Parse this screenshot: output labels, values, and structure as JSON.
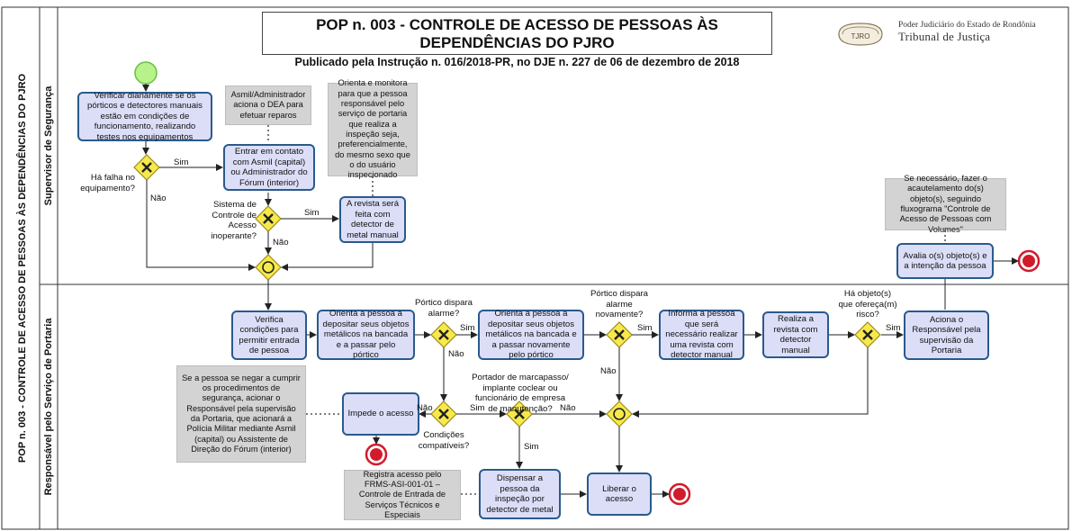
{
  "header": {
    "title": "POP n. 003 - CONTROLE DE ACESSO DE PESSOAS ÀS DEPENDÊNCIAS DO PJRO",
    "subtitle": "Publicado pela Instrução n. 016/2018-PR, no DJE n. 227 de 06 de dezembro de 2018",
    "logo_line1": "Poder Judiciário do Estado de Rondônia",
    "logo_line2": "Tribunal de Justiça",
    "logo_badge": "TJRO"
  },
  "pool": {
    "label": "POP n. 003 - CONTROLE DE ACESSO DE PESSOAS ÀS DEPENDÊNCIAS DO PJRO"
  },
  "lanes": [
    {
      "label": "Supervisor de Segurança"
    },
    {
      "label": "Responsável pelo Serviço de Portaria"
    }
  ],
  "tasks": {
    "verificar": "Verificar diariamente se os pórticos e detectores manuais estão em condições de funcionamento, realizando testes nos equipamentos",
    "contato": "Entrar em contato com Asmil (capital) ou Administrador do Fórum (interior)",
    "revista_detector": "A revista será feita com detector de metal manual",
    "avalia": "Avalia o(s) objeto(s) e a intenção da pessoa",
    "verifica_cond": "Verifica condições para permitir entrada de pessoa",
    "orienta_depositar": "Orienta a pessoa a depositar seus objetos metálicos na bancada e a passar pelo pórtico",
    "orienta_novamente": "Orienta a pessoa a depositar seus objetos metálicos na bancada e a passar novamente pelo pórtico",
    "informa": "Informa a pessoa que será necessário realizar uma revista com detector manual",
    "realiza": "Realiza a revista com detector manual",
    "aciona": "Aciona o Responsável pela supervisão da Portaria",
    "impede": "Impede o acesso",
    "dispensar": "Dispensar a pessoa da inspeção por detector de metal",
    "liberar": "Liberar o acesso"
  },
  "notes": {
    "asmil": "Asmil/Administrador aciona o DEA para efetuar reparos",
    "orienta_monitora": "Orienta e monitora para que a pessoa responsável pelo serviço de portaria que realiza a inspeção seja, preferencialmente, do mesmo sexo que o do usuário inspecionado",
    "acautelamento": "Se necessário,  fazer o acautelamento do(s) objeto(s), seguindo fluxograma \"Controle de Acesso de Pessoas com Volumes\"",
    "negar": "Se a pessoa se negar a cumprir os procedimentos de segurança, acionar o Responsável pela supervisão da Portaria, que acionará a Polícia Militar mediante Asmil (capital) ou Assistente de Direção do Fórum (interior)",
    "registra": "Registra acesso pelo FRMS-ASI-001-01 – Controle de Entrada de Serviços Técnicos e Especiais"
  },
  "gateways": {
    "falha": "Há falha no equipamento?",
    "sistema": "Sistema de Controle de Acesso inoperante?",
    "portico1": "Pórtico dispara alarme?",
    "portico2": "Pórtico dispara alarme novamente?",
    "objeto": "Há objeto(s) que ofereça(m) risco?",
    "condicoes": "Condições compatíveis?",
    "portador": "Portador de marcapasso/ implante coclear ou funcionário de empresa de manutenção?"
  },
  "flow_labels": {
    "sim": "Sim",
    "nao": "Não"
  },
  "colors": {
    "task_fill": "#dcdef8",
    "task_border": "#2a5a8c",
    "start_fill": "#b7f28a",
    "end_color": "#d11b2c",
    "gateway_fill": "#f7e94a",
    "note_fill": "#d3d3d3"
  }
}
